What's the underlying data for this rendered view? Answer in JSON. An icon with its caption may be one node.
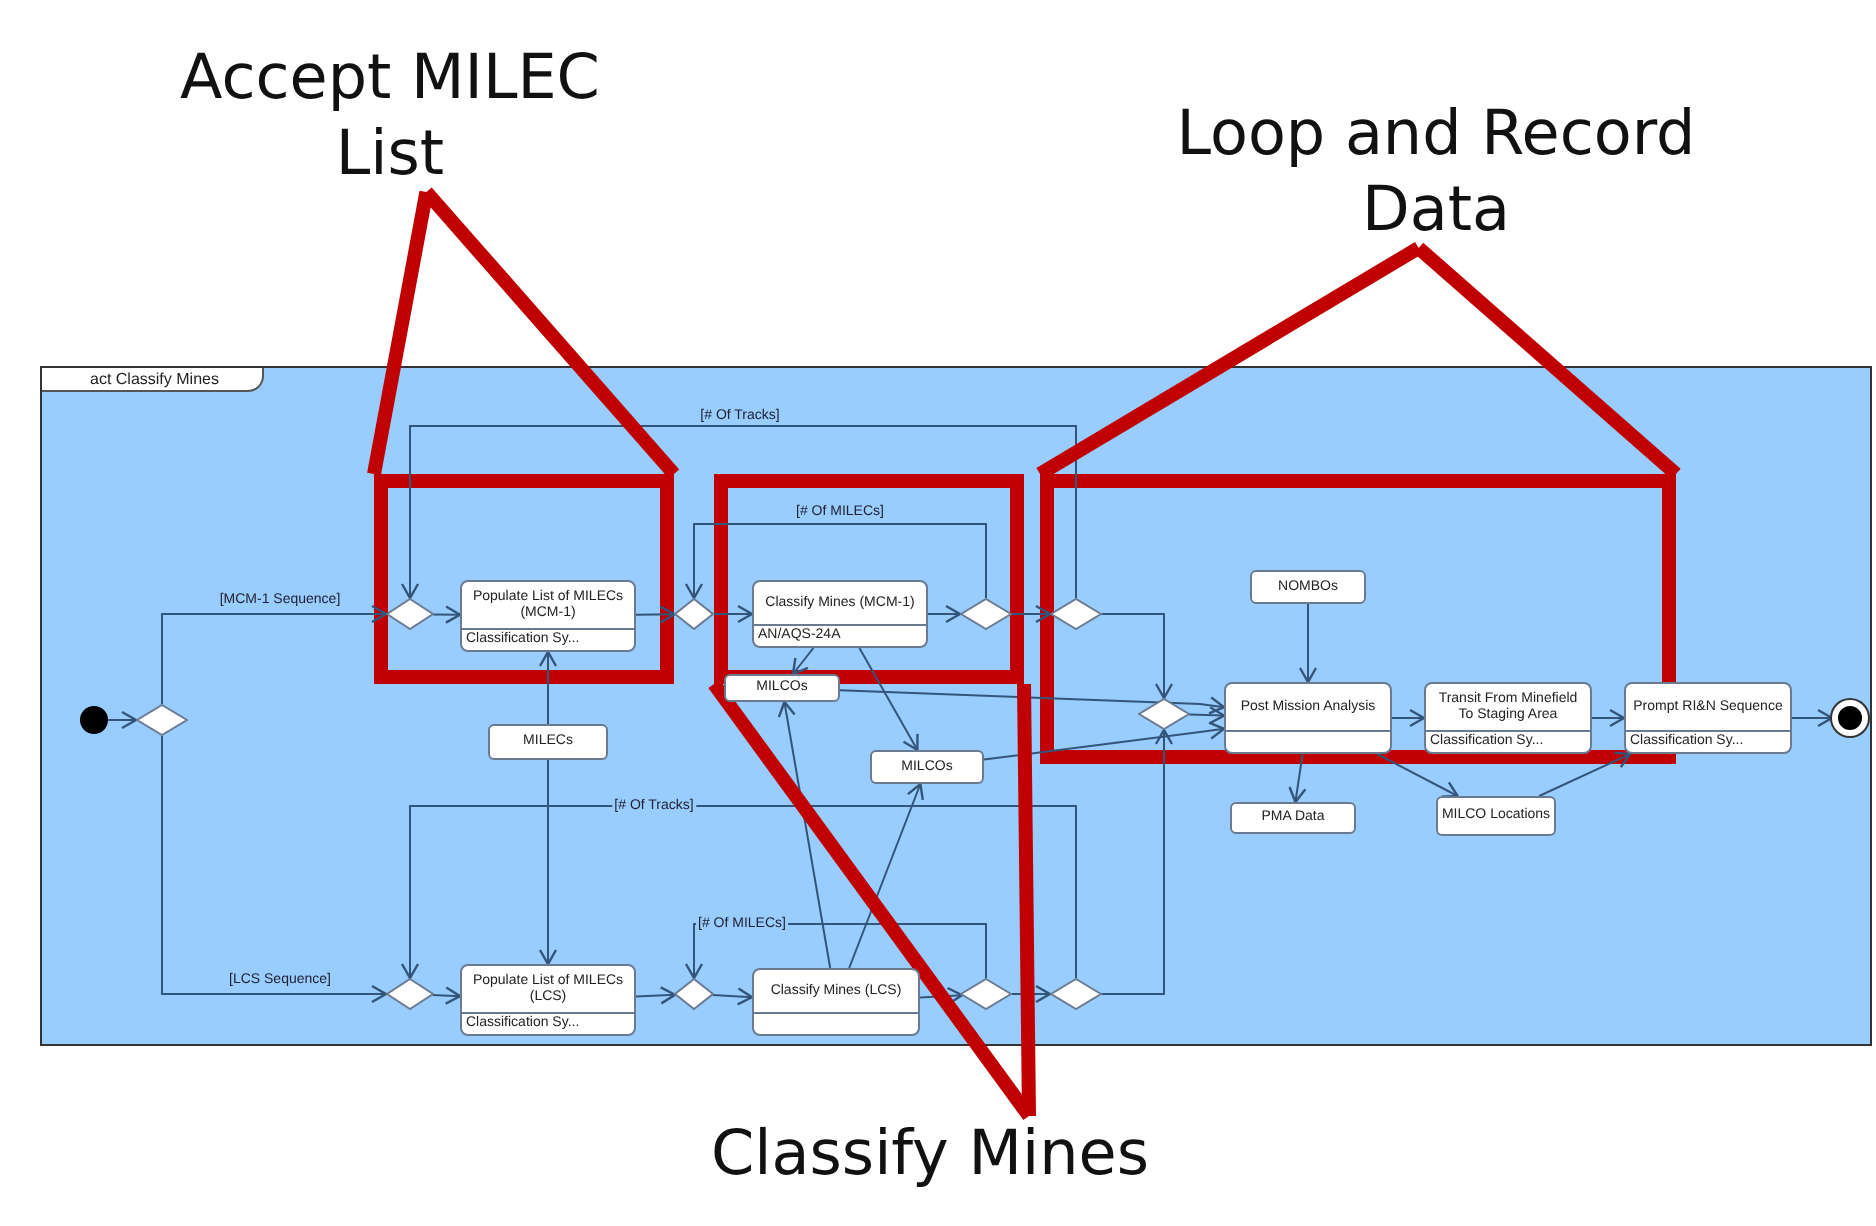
{
  "diagram": {
    "nodes": [
      {
        "text": [
          "act Classify Mines"
        ]
      },
      {
        "text": [],
        "shape": "circle",
        "in": 0
      },
      {
        "text": [],
        "shape": "diamond",
        "in": 0
      },
      {
        "text": [],
        "shape": "box",
        "in": 0
      },
      {
        "text": [],
        "shape": "diamond",
        "in": 3
      },
      {
        "text": [
          "Populate List of MILECs (MCM-1)",
          "Classification Sy..."
        ],
        "in": 3
      },
      {
        "text": [],
        "shape": "diamond",
        "in": 0
      },
      {
        "text": [],
        "shape": "box",
        "in": 0
      },
      {
        "text": [
          "Classify Mines (MCM-1)",
          "AN/AQS-24A"
        ],
        "in": 7
      },
      {
        "text": [],
        "shape": "diamond",
        "in": 7
      },
      {
        "text": [],
        "shape": "box",
        "in": 0
      },
      {
        "text": [],
        "shape": "diamond",
        "in": 10
      },
      {
        "text": [
          "MILCOs"
        ],
        "in": 0
      },
      {
        "text": [
          "MILECs"
        ],
        "in": 0
      },
      {
        "text": [
          "MILCOs"
        ],
        "in": 0
      },
      {
        "text": [
          "NOMBOs"
        ],
        "in": 10
      },
      {
        "text": [],
        "shape": "diamond",
        "in": 10
      },
      {
        "text": [
          "Post Mission Analysis"
        ],
        "in": 10
      },
      {
        "text": [
          "Transit From Minefield To Staging Area",
          "Classification Sy..."
        ],
        "in": 10
      },
      {
        "text": [
          "Prompt RI&N Sequence",
          "Classification Sy..."
        ],
        "in": 0
      },
      {
        "text": [],
        "shape": "circle",
        "in": 0
      },
      {
        "text": [
          "PMA Data"
        ],
        "in": 0
      },
      {
        "text": [
          "MILCO Locations"
        ],
        "in": 0
      },
      {
        "text": [],
        "shape": "diamond",
        "in": 0
      },
      {
        "text": [
          "Populate List of MILECs (LCS)",
          "Classification Sy..."
        ],
        "in": 0
      },
      {
        "text": [],
        "shape": "diamond",
        "in": 0
      },
      {
        "text": [
          "Classify Mines (LCS)"
        ],
        "in": 0
      },
      {
        "text": [],
        "shape": "diamond",
        "in": 0
      },
      {
        "text": [],
        "shape": "diamond",
        "in": 0
      },
      {
        "text": [
          "Accept MILEC List"
        ]
      },
      {
        "text": [
          "Loop and Record Data"
        ]
      },
      {
        "text": [
          "Classify Mines"
        ]
      }
    ],
    "edges": [
      {
        "from": 1,
        "to": 2,
        "arrow": "to"
      },
      {
        "from": 2,
        "to": 4,
        "arrow": "to",
        "label": "[MCM-1 Sequence]"
      },
      {
        "from": 2,
        "to": 23,
        "arrow": "to",
        "label": "[LCS Sequence]"
      },
      {
        "from": 4,
        "to": 5,
        "arrow": "to"
      },
      {
        "from": 5,
        "to": 6,
        "arrow": "to"
      },
      {
        "from": 6,
        "to": 8,
        "arrow": "to"
      },
      {
        "from": 8,
        "to": 9,
        "arrow": "to"
      },
      {
        "from": 9,
        "to": 6,
        "arrow": "to",
        "label": "[# Of MILECs]"
      },
      {
        "from": 9,
        "to": 11,
        "arrow": "to"
      },
      {
        "from": 11,
        "to": 4,
        "arrow": "to",
        "label": "[# Of Tracks]"
      },
      {
        "from": 11,
        "to": 16,
        "arrow": "to"
      },
      {
        "from": 13,
        "to": 5,
        "arrow": "to"
      },
      {
        "from": 13,
        "to": 24,
        "arrow": "to"
      },
      {
        "from": 8,
        "to": 12,
        "arrow": "to"
      },
      {
        "from": 8,
        "to": 14,
        "arrow": "to"
      },
      {
        "from": 12,
        "to": 17,
        "arrow": "to"
      },
      {
        "from": 14,
        "to": 17,
        "arrow": "to"
      },
      {
        "from": 16,
        "to": 17,
        "arrow": "to"
      },
      {
        "from": 28,
        "to": 16,
        "arrow": "to"
      },
      {
        "from": 15,
        "to": 17,
        "arrow": "to"
      },
      {
        "from": 17,
        "to": 18,
        "arrow": "to"
      },
      {
        "from": 18,
        "to": 19,
        "arrow": "to"
      },
      {
        "from": 19,
        "to": 20,
        "arrow": "to"
      },
      {
        "from": 17,
        "to": 21,
        "arrow": "to"
      },
      {
        "from": 17,
        "to": 22,
        "arrow": "to"
      },
      {
        "from": 22,
        "to": 19,
        "arrow": "to"
      },
      {
        "from": 23,
        "to": 24,
        "arrow": "to"
      },
      {
        "from": 24,
        "to": 25,
        "arrow": "to"
      },
      {
        "from": 25,
        "to": 26,
        "arrow": "to"
      },
      {
        "from": 26,
        "to": 27,
        "arrow": "to"
      },
      {
        "from": 27,
        "to": 25,
        "arrow": "to",
        "label": "[# Of MILECs]"
      },
      {
        "from": 27,
        "to": 28,
        "arrow": "to"
      },
      {
        "from": 28,
        "to": 23,
        "arrow": "to",
        "label": "[# Of Tracks]"
      },
      {
        "from": 26,
        "to": 12,
        "arrow": "to"
      },
      {
        "from": 26,
        "to": 14,
        "arrow": "to"
      },
      {
        "from": 29,
        "to": 3,
        "arrow": "none",
        "style": "thick",
        "color": "#c00000"
      },
      {
        "from": 30,
        "to": 10,
        "arrow": "none",
        "style": "thick",
        "color": "#c00000"
      },
      {
        "from": 31,
        "to": 7,
        "arrow": "none",
        "style": "thick",
        "color": "#c00000"
      }
    ]
  }
}
